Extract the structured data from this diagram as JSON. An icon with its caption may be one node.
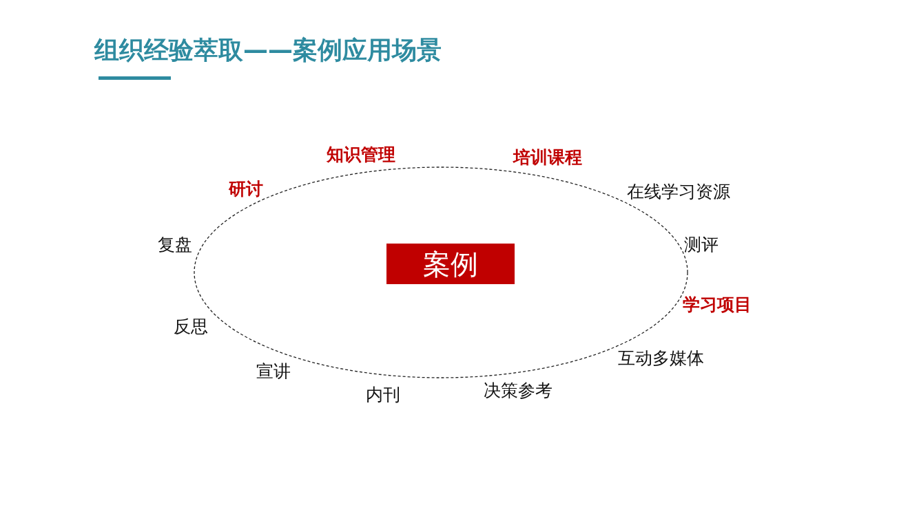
{
  "diagram": {
    "title": "组织经验萃取——案例应用场景",
    "nodes": [
      {
        "text": [
          "案例"
        ]
      }
    ],
    "edges": [],
    "labels": [
      "知识管理",
      "培训课程",
      "研讨",
      "在线学习资源",
      "复盘",
      "测评",
      "学习项目",
      "反思",
      "互动多媒体",
      "宣讲",
      "内刊",
      "决策参考"
    ]
  }
}
